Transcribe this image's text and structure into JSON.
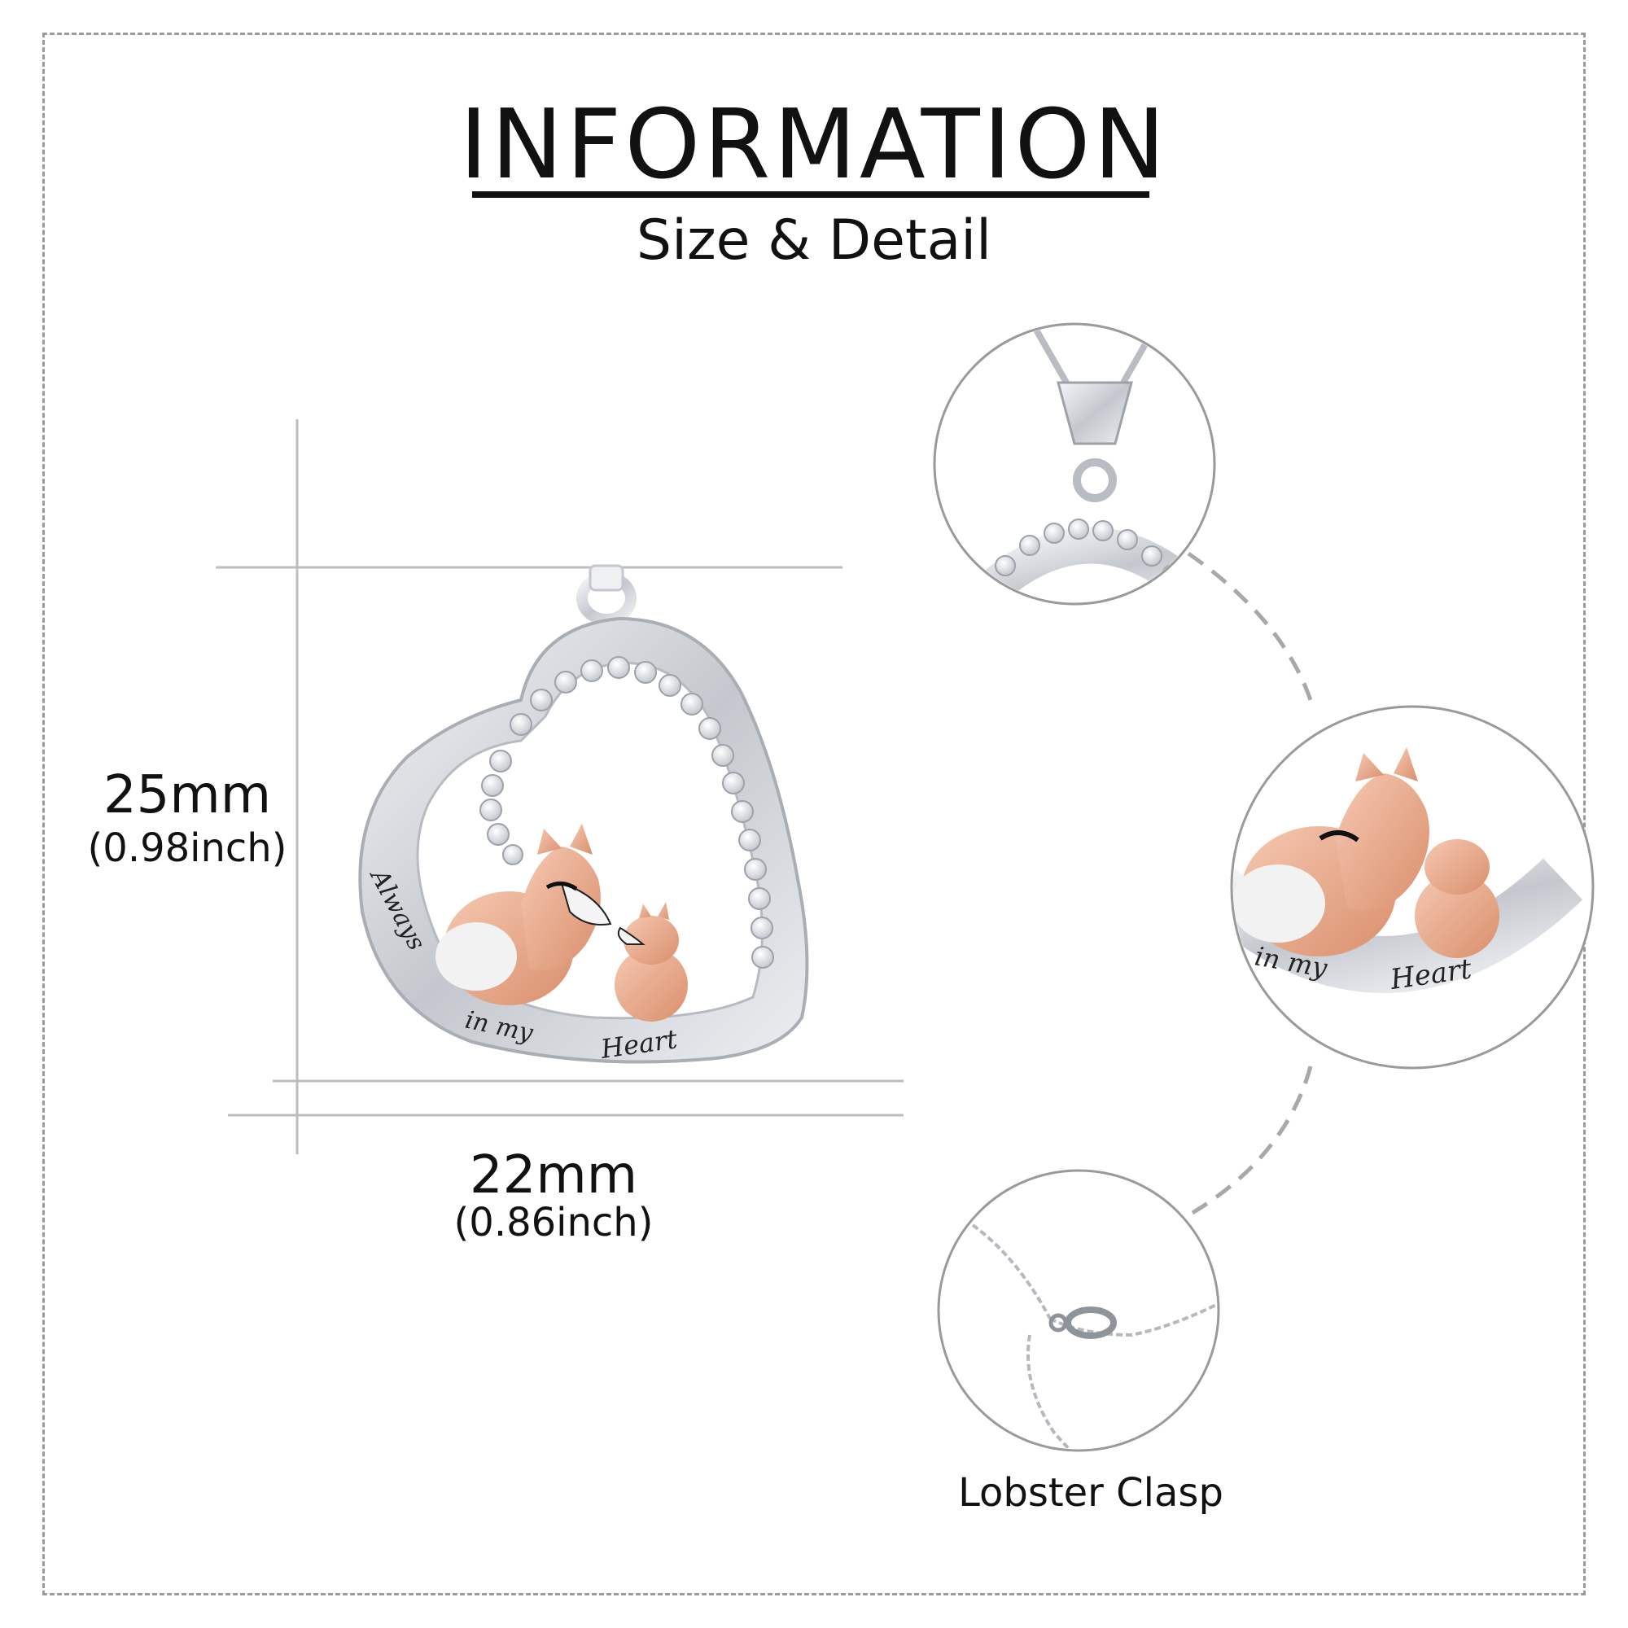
{
  "header": {
    "title": "INFORMATION",
    "subtitle": "Size & Detail"
  },
  "dimensions": {
    "height": {
      "mm": "25mm",
      "inch": "(0.98inch)"
    },
    "width": {
      "mm": "22mm",
      "inch": "(0.86inch)"
    }
  },
  "pendant": {
    "engraving": [
      "Always",
      "in my",
      "Heart"
    ]
  },
  "details": {
    "clasp_caption": "Lobster Clasp"
  },
  "colors": {
    "silver": "#c9ccd1",
    "rose_gold": "#e8a98a",
    "guide_line": "#bdbdbd",
    "frame": "#9a9a9a",
    "text": "#111111"
  }
}
